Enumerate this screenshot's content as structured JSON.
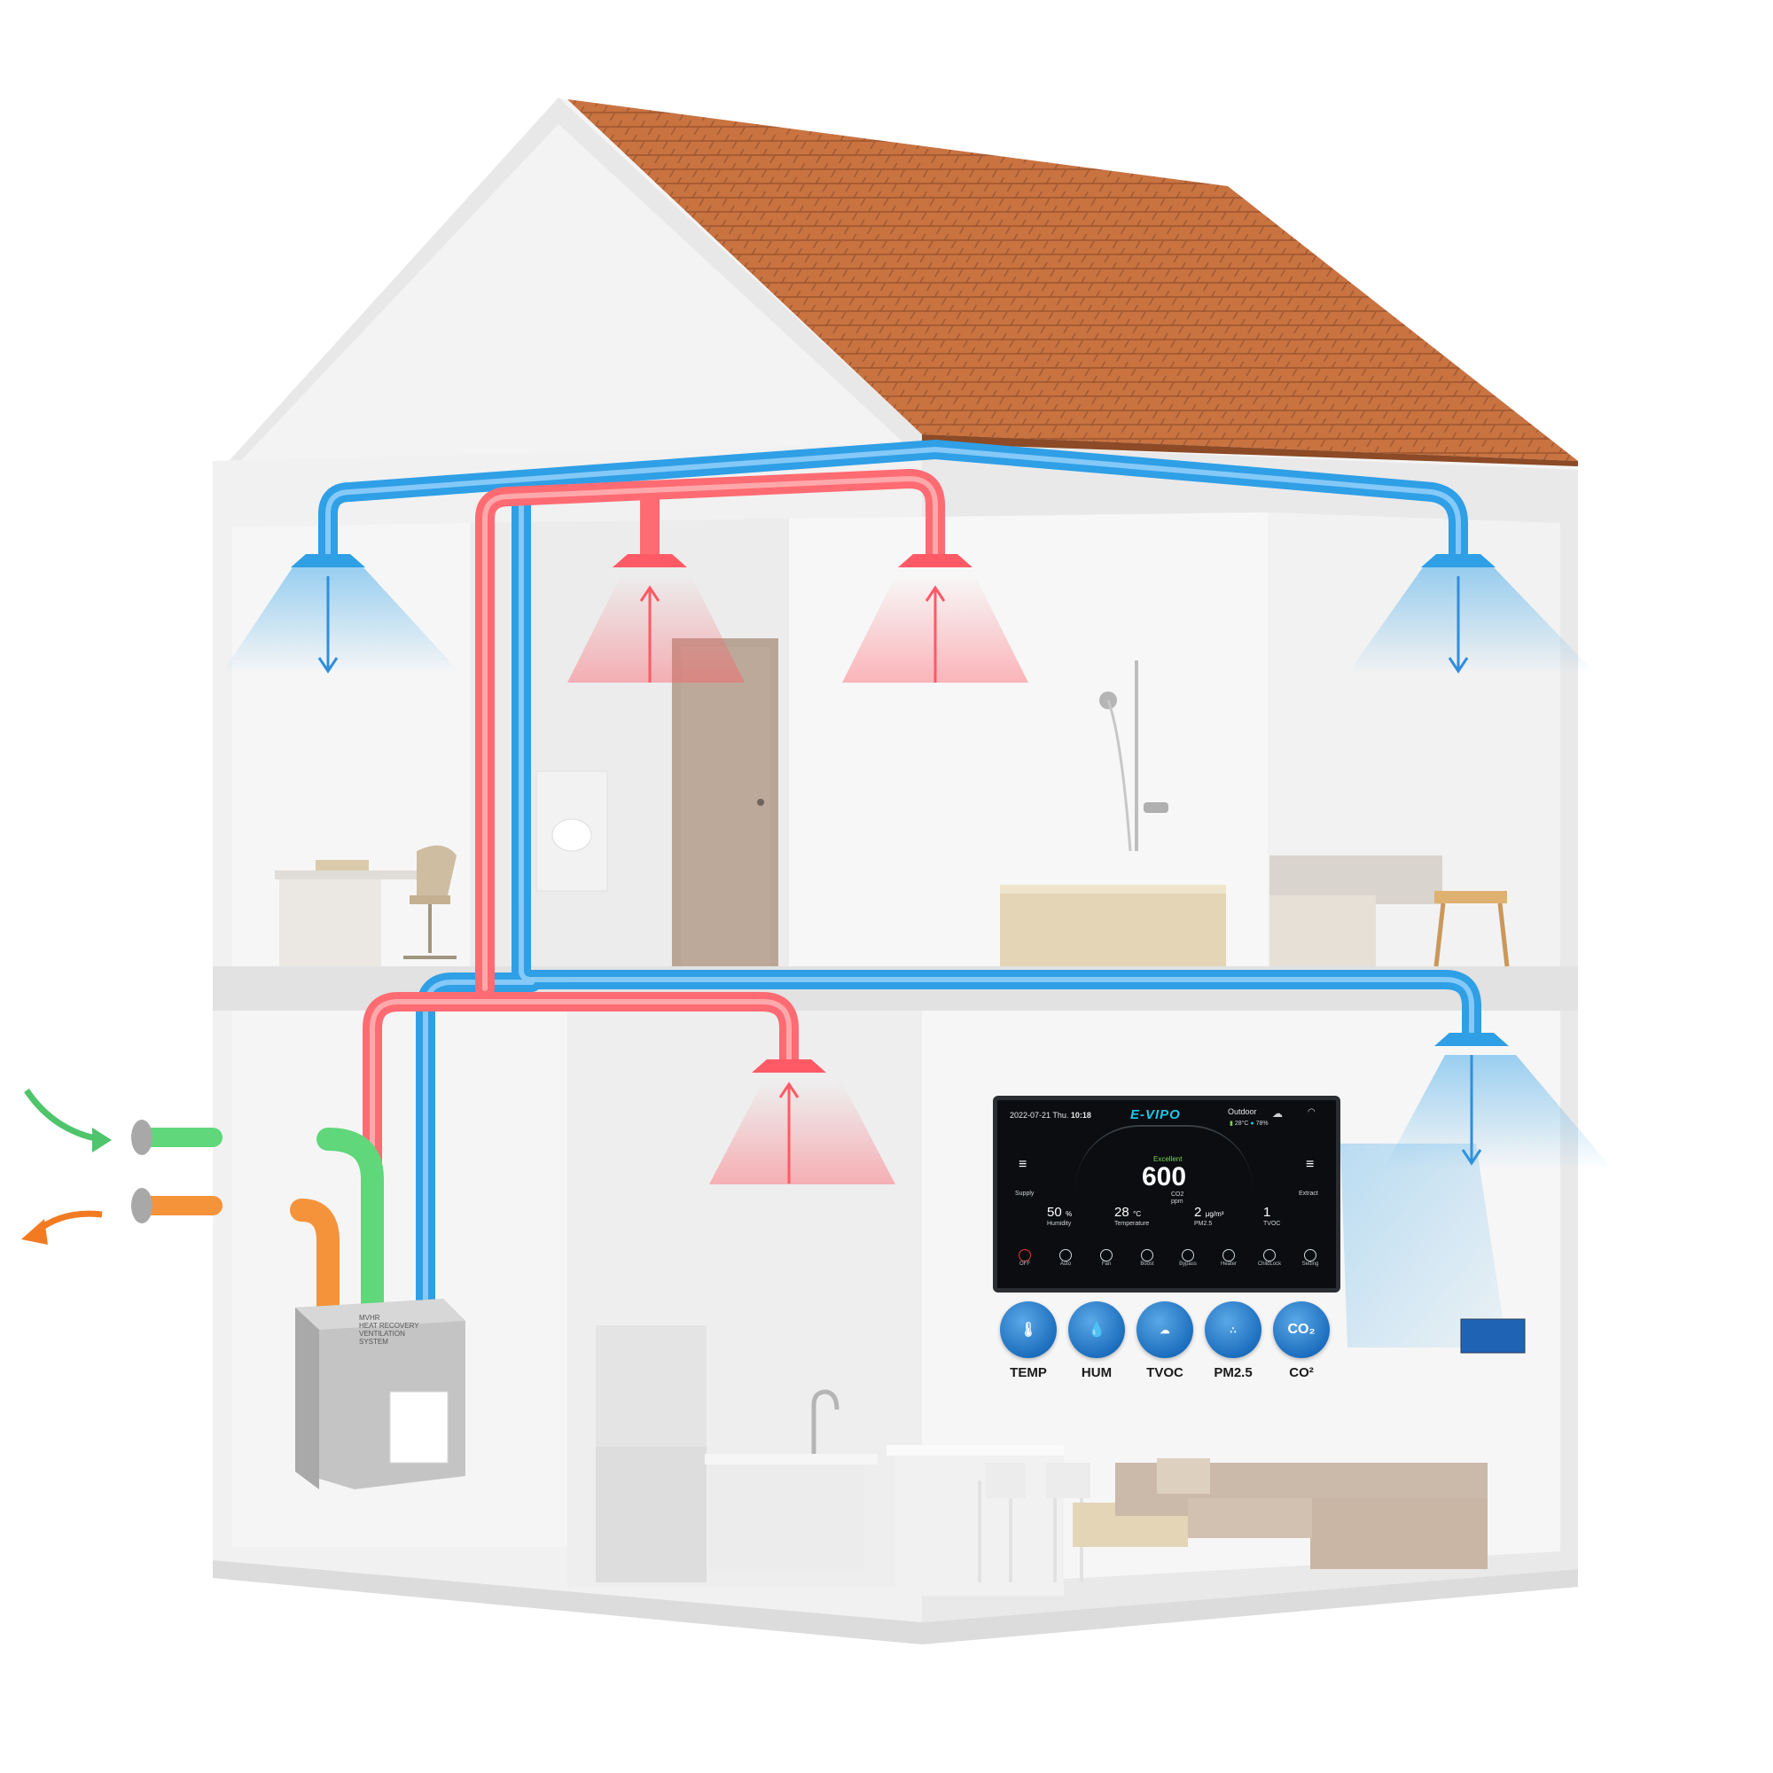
{
  "controller": {
    "date": "2022-07-21",
    "weekday": "Thu.",
    "time": "10:18",
    "brand": "E-VIPO",
    "outdoor_label": "Outdoor",
    "outdoor_temp": "28°C",
    "outdoor_humidity": "78%",
    "air_quality_status": "Excellent",
    "co2_value": "600",
    "co2_unit_line1": "CO2",
    "co2_unit_line2": "ppm",
    "supply_label": "Supply",
    "extract_label": "Extract",
    "readings": [
      {
        "value": "50",
        "unit": "%",
        "label": "Humidity"
      },
      {
        "value": "28",
        "unit": "°C",
        "label": "Temperature"
      },
      {
        "value": "2",
        "unit": "μg/m³",
        "label": "PM2.5"
      },
      {
        "value": "1",
        "unit": "",
        "label": "TVOC"
      }
    ],
    "buttons": [
      "OFF",
      "Auto",
      "Fan",
      "Boost",
      "Bypass",
      "Heater",
      "ChildLock",
      "Setting"
    ]
  },
  "sensors": [
    {
      "label": "TEMP",
      "icon": "thermometer-icon",
      "glyph": "°C"
    },
    {
      "label": "HUM",
      "icon": "water-drop-icon",
      "glyph": "💧"
    },
    {
      "label": "TVOC",
      "icon": "tvoc-cloud-icon",
      "glyph": "TVOC"
    },
    {
      "label": "PM2.5",
      "icon": "pm25-particles-icon",
      "glyph": "PM2.5"
    },
    {
      "label": "CO²",
      "icon": "co2-icon",
      "glyph": "CO2"
    }
  ],
  "mvhr_unit": {
    "label_lines": [
      "MVHR",
      "HEAT RECOVERY",
      "VENTILATION",
      "SYSTEM"
    ]
  },
  "colors": {
    "supply_duct": "#ff6b72",
    "extract_duct": "#2f9fe6",
    "fresh_air_duct": "#5fd77a",
    "exhaust_duct": "#f5933a",
    "roof": "#c8703f",
    "panel_accent": "#1ec8e6"
  }
}
